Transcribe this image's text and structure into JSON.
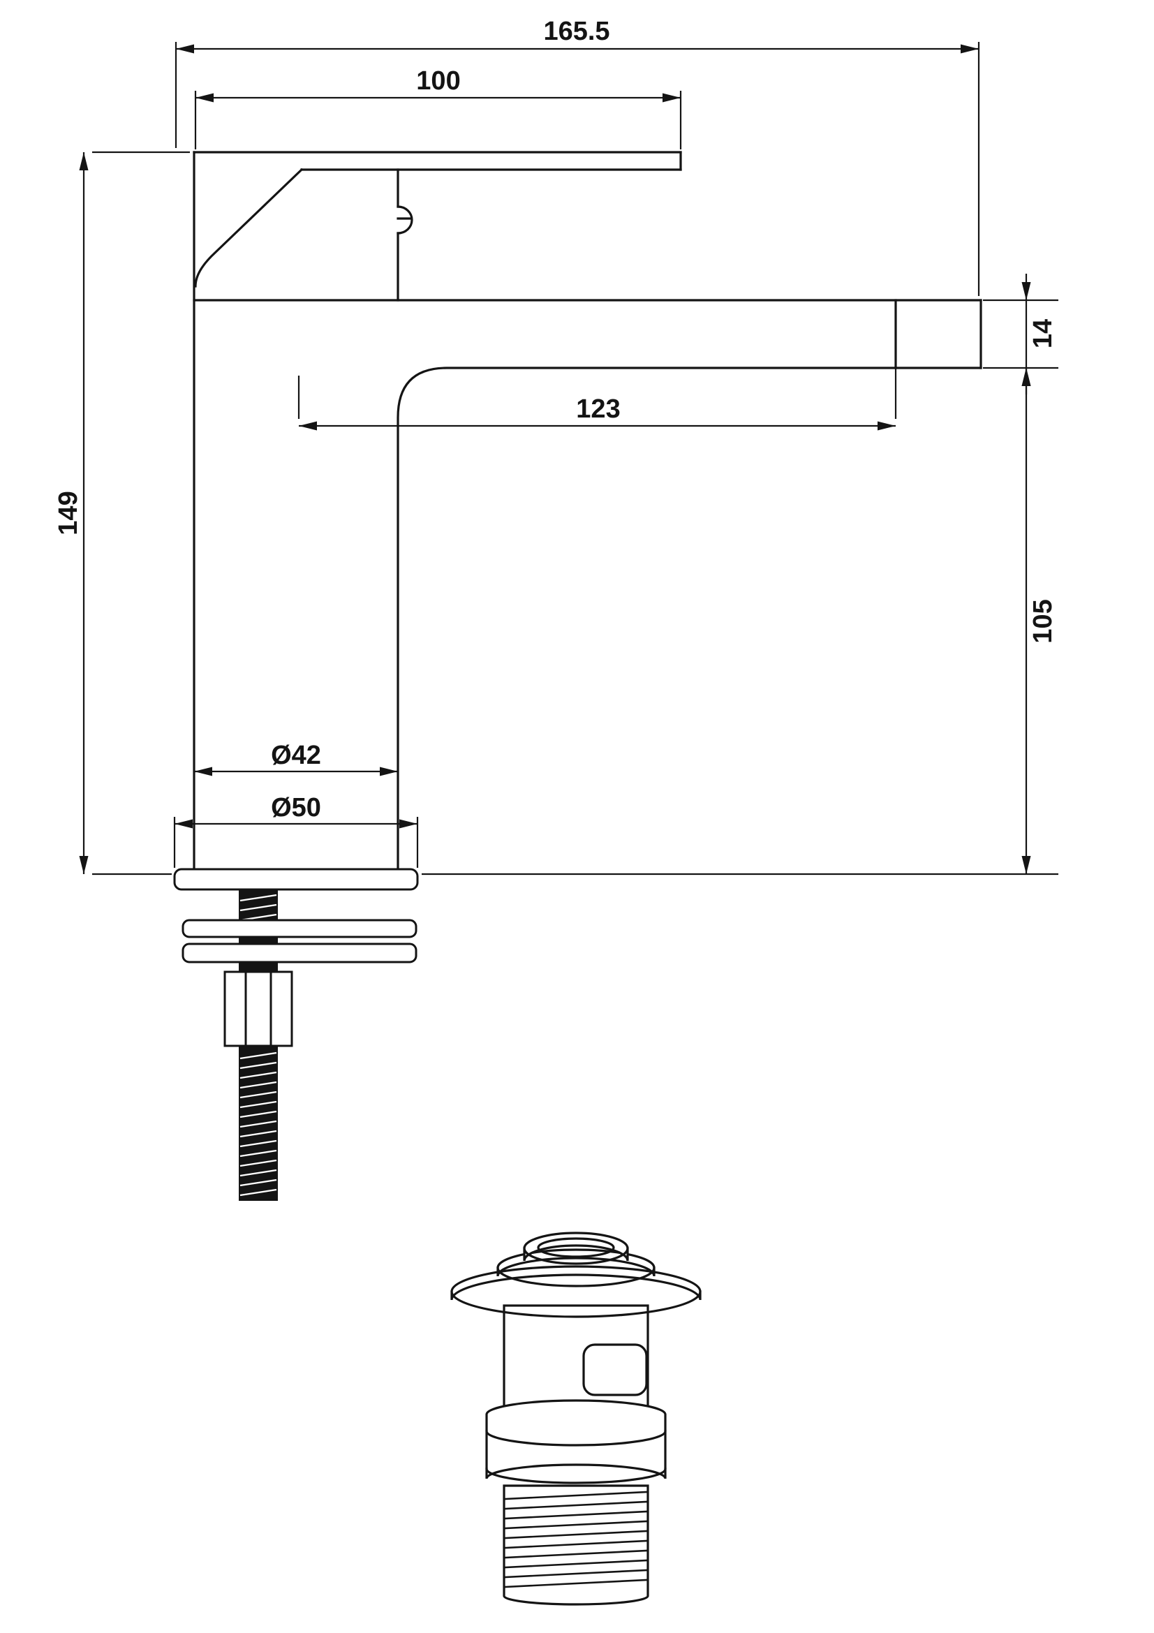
{
  "page": {
    "background": "#ffffff",
    "line_color": "#141414"
  },
  "drawing": {
    "dimensions": {
      "overall_depth": "165.5",
      "handle_length": "100",
      "spout_tip_height": "14",
      "spout_reach": "123",
      "overall_height": "149",
      "base_to_spout": "105",
      "body_diameter": "Ø42",
      "base_diameter": "Ø50"
    }
  }
}
